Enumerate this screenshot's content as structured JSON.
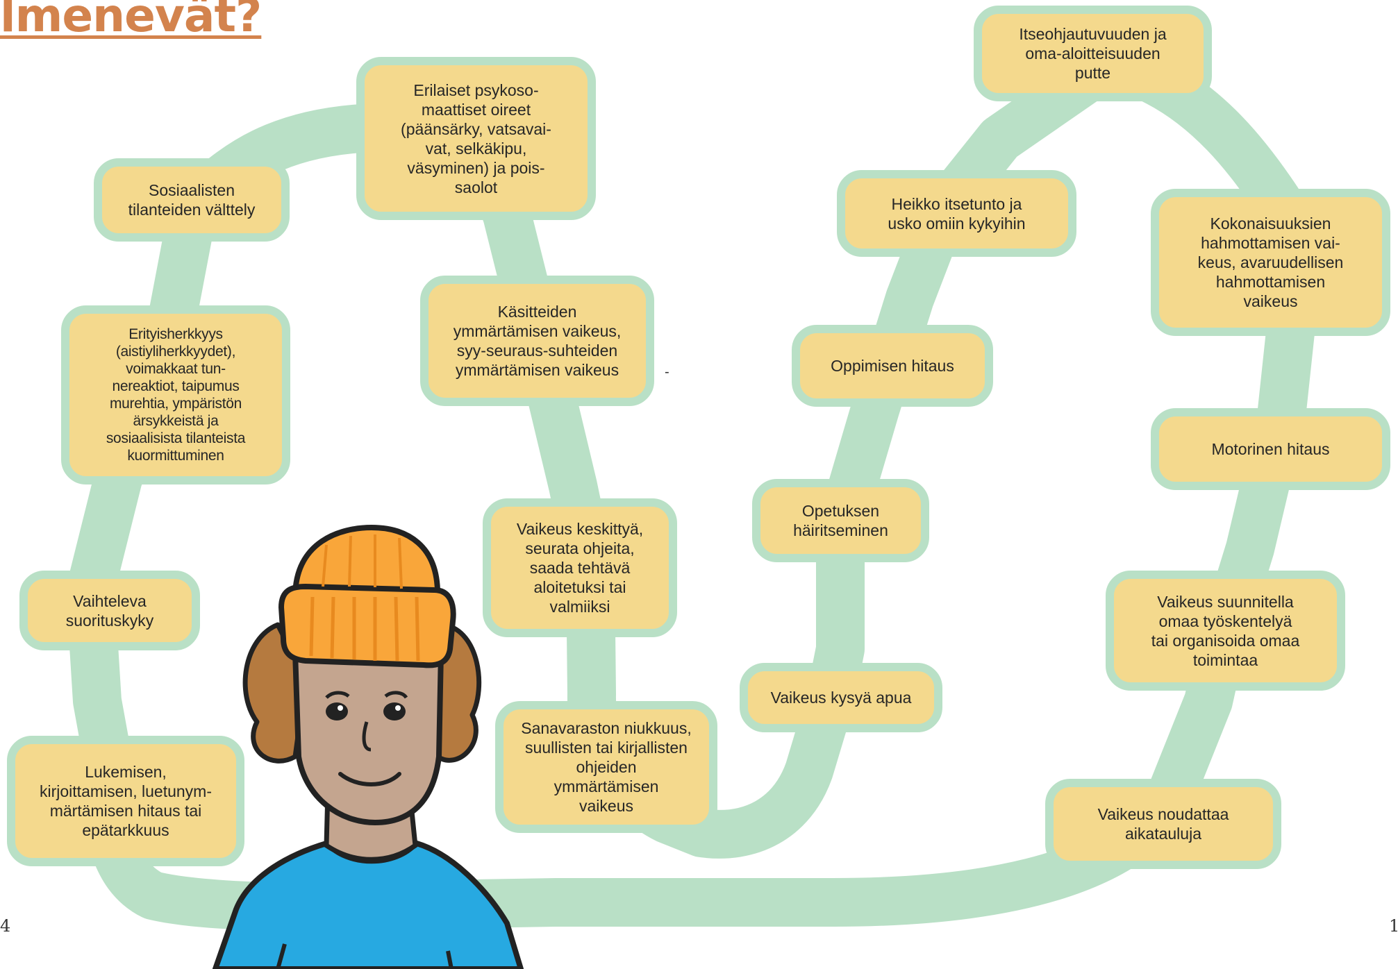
{
  "heading": "lmenevät?",
  "nodes": {
    "sosiaalisten": "Sosiaalisten\ntilanteiden välttely",
    "psykosomaattiset": "Erilaiset psykoso-\nmaattiset oireet\n(päänsärky, vatsavai-\nvat, selkäkipu,\nväsyminen) ja pois-\nsaolot",
    "itseohjautuvuus": "Itseohjautuvuuden ja\noma-aloitteisuuden\nputte",
    "heikko_itsetunto": "Heikko itsetunto ja\nusko omiin kykyihin",
    "kokonaisuudet": "Kokonaisuuksien\nhahmottamisen vai-\nkeus, avaruudellisen\nhahmottamisen\nvaikeus",
    "kasitteet": "Käsitteiden\nymmärtämisen vaikeus,\nsyy-seuraus-suhteiden\nymmärtämisen vaikeus",
    "erityisherkkyys": "Erityisherkkyys\n(aistiyliherkkyydet),\nvoimakkaat tun-\nnereaktiot, taipumus\nmurehtia, ympäristön\närsykkeistä ja\nsosiaalisista tilanteista\nkuormittuminen",
    "oppimisen_hitaus": "Oppimisen hitaus",
    "motorinen_hitaus": "Motorinen hitaus",
    "keskittyminen": "Vaikeus keskittyä,\nseurata ohjeita,\nsaada tehtävä\naloitetuksi tai\nvalmiiksi",
    "opetuksen_hairitseminen": "Opetuksen\nhäiritseminen",
    "vaihteleva": "Vaihteleva\nsuorituskyky",
    "suunnittelu": "Vaikeus suunnitella\nomaa työskentelyä\ntai organisoida omaa\ntoimintaa",
    "kysya_apua": "Vaikeus kysyä apua",
    "lukeminen": "Lukemisen,\nkirjoittamisen, luetunym-\nmärtämisen hitaus tai\nepätarkkuus",
    "sanavarasto": "Sanavaraston niukkuus,\nsuullisten tai kirjallisten\nohjeiden\nymmärtämisen\nvaikeus",
    "aikataulut": "Vaikeus noudattaa\naikatauluja"
  },
  "page_left": "4",
  "page_right": "1",
  "stray_mark": "-",
  "colors": {
    "box_fill": "#f4d98d",
    "path_green": "#b9e0c6",
    "heading_orange": "#d3834d",
    "hat_orange": "#f9a63a",
    "shirt_blue": "#27a9e1",
    "skin": "#c4a58f",
    "hair": "#b57a3f"
  }
}
